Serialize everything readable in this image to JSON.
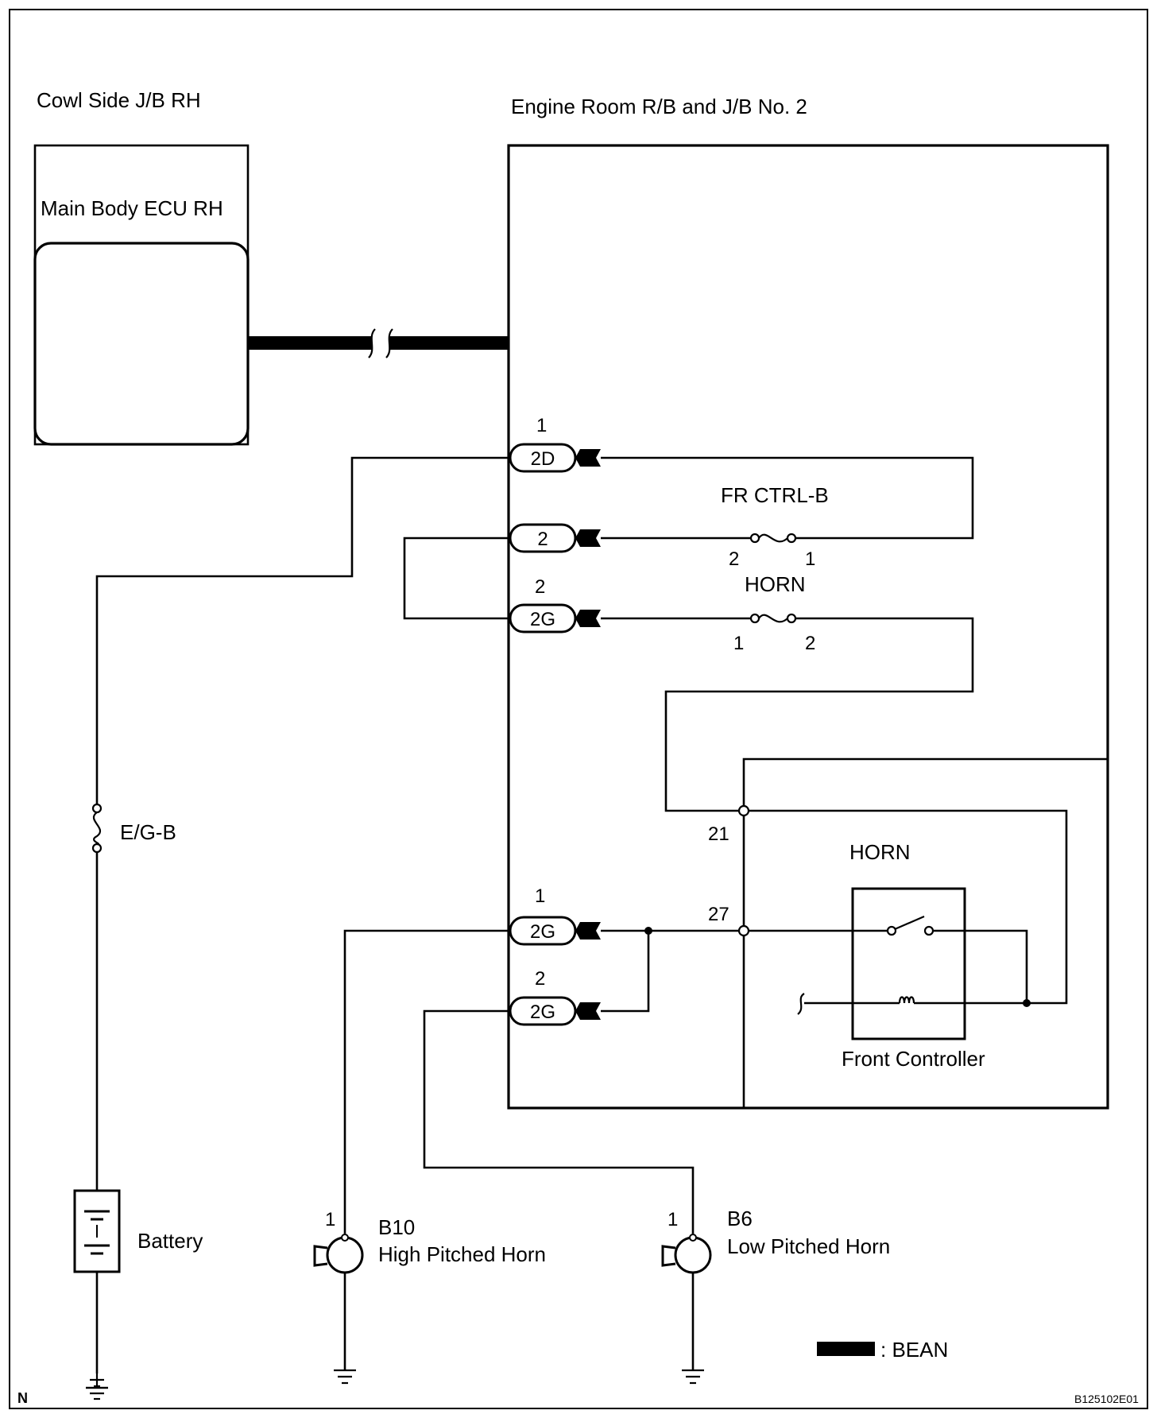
{
  "labels": {
    "cowl_side_jb": "Cowl Side J/B RH",
    "main_body_ecu": "Main Body ECU RH",
    "engine_room_rb": "Engine Room R/B and J/B No. 2",
    "fuse_fr_ctrl": "FR CTRL-B",
    "fuse_horn": "HORN",
    "fuse_eg_b": "E/G-B",
    "relay_horn": "HORN",
    "front_controller": "Front Controller",
    "battery": "Battery",
    "b10_code": "B10",
    "b10_name": "High Pitched Horn",
    "b6_code": "B6",
    "b6_name": "Low Pitched Horn",
    "legend_bean": ": BEAN",
    "corner_letter": "N",
    "figure_id": "B125102E01"
  },
  "connectors": {
    "c2d": "2D",
    "c2": "2",
    "c2g_a": "2G",
    "c2g_b": "2G",
    "c2g_c": "2G"
  },
  "pins": {
    "c2d_pin": "1",
    "c2g_a_pin": "2",
    "c2g_b_pin": "1",
    "c2g_c_pin": "2",
    "fr_ctrl_left": "2",
    "fr_ctrl_right": "1",
    "horn_fuse_left": "1",
    "horn_fuse_right": "2",
    "front_ctrl_21": "21",
    "front_ctrl_27": "27",
    "b10_pin": "1",
    "b6_pin": "1"
  }
}
